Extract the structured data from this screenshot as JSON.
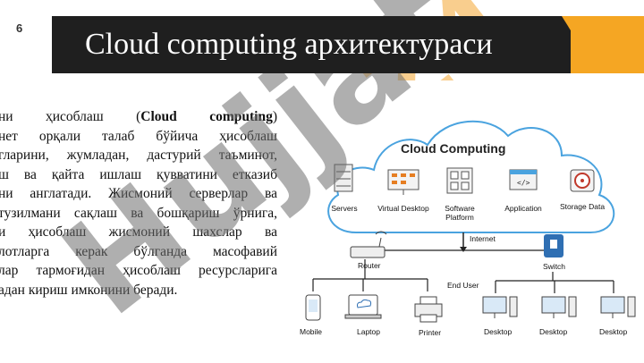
{
  "page_number": "6",
  "title": "Cloud computing архитектураси",
  "watermark": "Hujjat",
  "body": {
    "lines": [
      [
        "ни ҳисоблаш (",
        "Cloud computing",
        ")"
      ],
      [
        "нет орқали талаб бўйича ҳисоблаш"
      ],
      [
        "гларини, жумладан, дастурий таъминот,"
      ],
      [
        "ш ва қайта ишлаш қувватини етказиб"
      ],
      [
        "ни англатади. Жисмоний серверлар ва"
      ],
      [
        "тузилмани сақлаш ва бошқариш ўрнига,"
      ],
      [
        "и ҳисоблаш жисмоний шахслар ва"
      ],
      [
        "лотларга керак бўлганда масофавий"
      ],
      [
        "лар тармоғидан ҳисоблаш ресурсларига"
      ],
      [
        "адан кириш имконини беради."
      ]
    ]
  },
  "diagram": {
    "cloud_title": "Cloud Computing",
    "services": [
      {
        "label": "Servers",
        "icon": "server-rack-icon"
      },
      {
        "label": "Virtual Desktop",
        "icon": "virtual-desktop-icon"
      },
      {
        "label": "Software Platform",
        "icon": "software-platform-icon"
      },
      {
        "label": "Application",
        "icon": "application-code-icon"
      },
      {
        "label": "Storage Data",
        "icon": "storage-disk-icon"
      }
    ],
    "internet_label": "Internet",
    "router_label": "Router",
    "switch_label": "Switch",
    "end_user_label": "End User",
    "devices": [
      "Mobile",
      "Laptop",
      "Printer",
      "Desktop",
      "Desktop",
      "Desktop"
    ],
    "colors": {
      "cloud_outline": "#4aa3df",
      "line": "#222222",
      "accent_orange": "#f5a623",
      "header_dark": "#1f1f1f"
    }
  }
}
